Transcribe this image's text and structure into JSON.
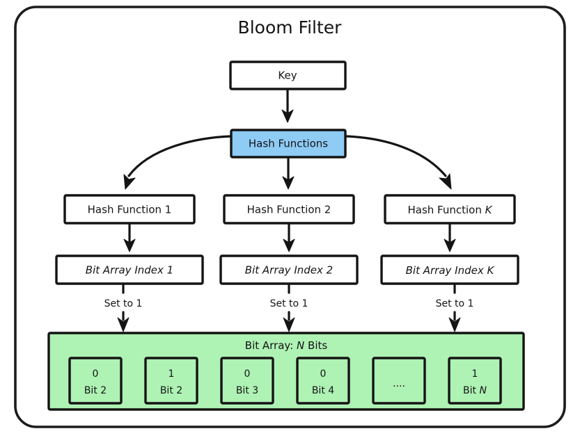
{
  "diagram": {
    "title": "Bloom Filter",
    "key_box": {
      "label": "Key"
    },
    "hash_functions_box": {
      "label": "Hash Functions",
      "fill": "#8ecbf5"
    },
    "hash_functions": [
      {
        "label": "Hash Function 1"
      },
      {
        "label": "Hash Function 2"
      },
      {
        "label_prefix": "Hash Function ",
        "label_italic": "K"
      }
    ],
    "bit_array_indexes": [
      {
        "label": "Bit Array Index 1"
      },
      {
        "label": "Bit Array Index 2"
      },
      {
        "label_prefix": "Bit Array Index ",
        "label_italic": "K"
      }
    ],
    "edge_labels": [
      {
        "label": "Set to 1"
      },
      {
        "label": "Set to 1"
      },
      {
        "label": "Set to 1"
      }
    ],
    "bit_array": {
      "title_prefix": "Bit Array: ",
      "title_italic": "N",
      "title_suffix": " Bits",
      "fill": "#aef2b4",
      "cells": [
        {
          "value": "0",
          "label": "Bit 2"
        },
        {
          "value": "1",
          "label": "Bit 2"
        },
        {
          "value": "0",
          "label": "Bit 3"
        },
        {
          "value": "0",
          "label": "Bit 4"
        },
        {
          "value": "",
          "label": "...."
        },
        {
          "value": "1",
          "label_prefix": "Bit ",
          "label_italic": "N"
        }
      ]
    },
    "colors": {
      "stroke": "#141414",
      "accent_blue": "#8ecbf5",
      "accent_green": "#aef2b4",
      "background": "#ffffff"
    }
  }
}
